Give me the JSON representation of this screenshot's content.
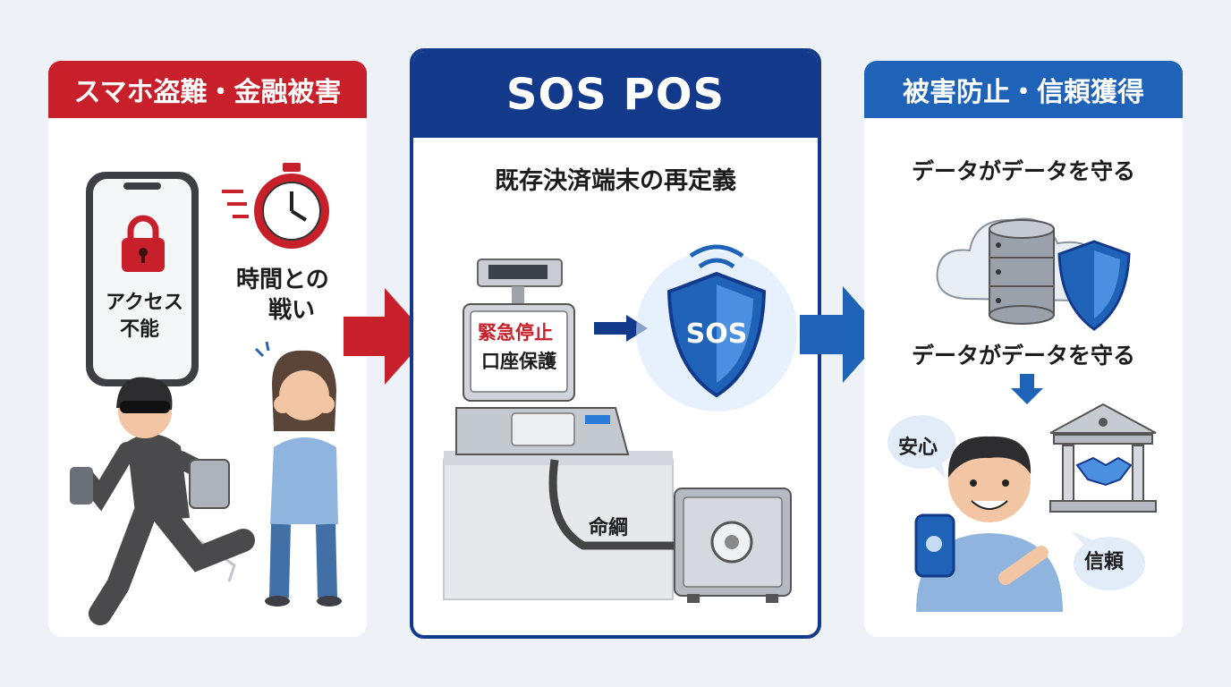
{
  "panels": {
    "left": {
      "header": "スマホ盗難・金融被害",
      "phone_text_line1": "アクセス",
      "phone_text_line2": "不能",
      "clock_caption_line1": "時間との",
      "clock_caption_line2": "戦い"
    },
    "center": {
      "header": "SOS POS",
      "subtitle": "既存決済端末の再定義",
      "screen_line1": "緊急停止",
      "screen_line2": "口座保護",
      "shield_label": "SOS",
      "cable_label": "命綱"
    },
    "right": {
      "header": "被害防止・信頼獲得",
      "tagline_top": "データがデータを守る",
      "tagline_mid": "データがデータを守る",
      "bubble_left": "安心",
      "bubble_right": "信頼"
    }
  },
  "colors": {
    "danger_red": "#c8202b",
    "navy": "#12398a",
    "blue": "#1e63b8",
    "background": "#eef1f5"
  },
  "icons": [
    "lock-icon",
    "stopwatch-icon",
    "thief-icon",
    "worried-woman-icon",
    "pos-terminal-icon",
    "shield-icon",
    "safe-icon",
    "cloud-icon",
    "database-icon",
    "bank-icon",
    "handshake-icon",
    "happy-man-icon"
  ]
}
